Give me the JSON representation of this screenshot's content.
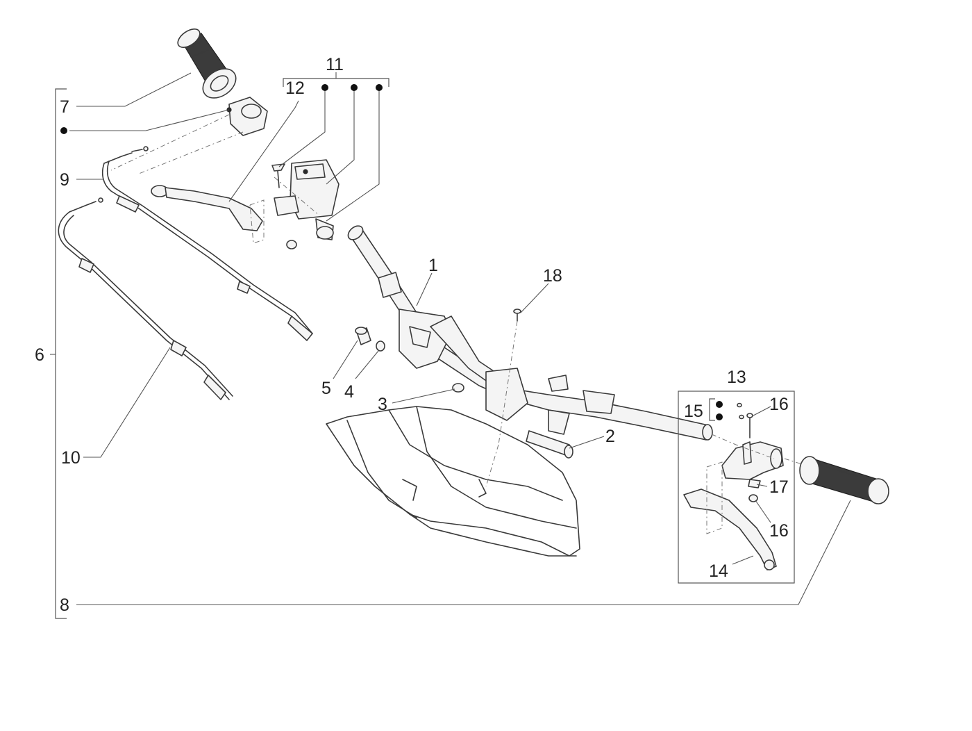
{
  "diagram": {
    "callouts": [
      {
        "id": "c1",
        "text": "1"
      },
      {
        "id": "c2",
        "text": "2"
      },
      {
        "id": "c3",
        "text": "3"
      },
      {
        "id": "c4",
        "text": "4"
      },
      {
        "id": "c5",
        "text": "5"
      },
      {
        "id": "c6",
        "text": "6"
      },
      {
        "id": "c7",
        "text": "7"
      },
      {
        "id": "c8",
        "text": "8"
      },
      {
        "id": "c9",
        "text": "9"
      },
      {
        "id": "c10",
        "text": "10"
      },
      {
        "id": "c11",
        "text": "11"
      },
      {
        "id": "c12",
        "text": "12"
      },
      {
        "id": "c13",
        "text": "13"
      },
      {
        "id": "c14",
        "text": "14"
      },
      {
        "id": "c15",
        "text": "15"
      },
      {
        "id": "c16a",
        "text": "16"
      },
      {
        "id": "c16b",
        "text": "16"
      },
      {
        "id": "c17",
        "text": "17"
      },
      {
        "id": "c18",
        "text": "18"
      }
    ],
    "marker_color": "#111111",
    "line_color": "#3a3a3a"
  }
}
